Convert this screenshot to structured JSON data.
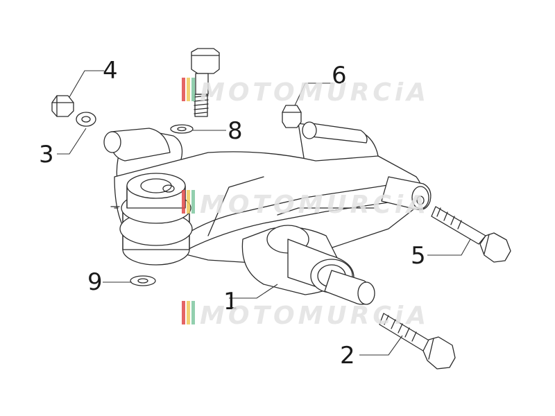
{
  "watermark": {
    "text": "MOTOMURCiA",
    "colors": {
      "red": "#e04b4b",
      "yellow": "#f0c95a",
      "green": "#7fc7a0",
      "text": "#e2e2e2"
    }
  },
  "callouts": [
    {
      "id": "1",
      "label": "1"
    },
    {
      "id": "2",
      "label": "2"
    },
    {
      "id": "3",
      "label": "3"
    },
    {
      "id": "4",
      "label": "4"
    },
    {
      "id": "5",
      "label": "5"
    },
    {
      "id": "6",
      "label": "6"
    },
    {
      "id": "8",
      "label": "8"
    },
    {
      "id": "9",
      "label": "9"
    }
  ]
}
